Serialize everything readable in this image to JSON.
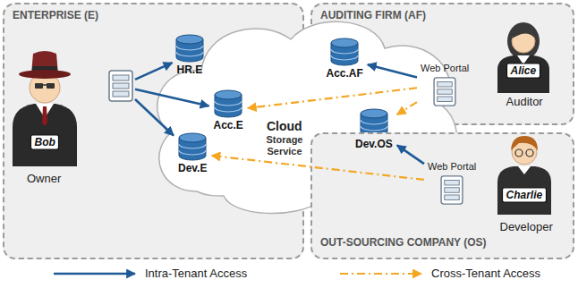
{
  "diagram": {
    "nodes": [
      {
        "text": [
          "ENTERPRISE (E)"
        ]
      },
      {
        "text": [],
        "in": 0
      },
      {
        "text": [
          "AUDITING FIRM (AF)"
        ]
      },
      {
        "text": [
          "Web Portal"
        ],
        "in": 2
      },
      {
        "text": [
          "Cloud",
          "Storage Service"
        ]
      },
      {
        "text": [
          "HR.E"
        ],
        "in": 4
      },
      {
        "text": [
          "Acc.E"
        ],
        "in": 4
      },
      {
        "text": [
          "Dev.E"
        ],
        "in": 4
      },
      {
        "text": [
          "Acc.AF"
        ],
        "in": 4
      },
      {
        "text": [
          "Dev.OS"
        ],
        "in": 4
      },
      {
        "text": [
          "OUT-SOURCING COMPANY (OS)"
        ]
      },
      {
        "text": [
          "Web Portal"
        ],
        "in": 10
      }
    ],
    "edges": [
      {
        "from": 1,
        "to": 5,
        "arrow": "to"
      },
      {
        "from": 1,
        "to": 6,
        "arrow": "to"
      },
      {
        "from": 1,
        "to": 7,
        "arrow": "to"
      },
      {
        "from": 3,
        "to": 8,
        "arrow": "to"
      },
      {
        "from": 3,
        "to": 6,
        "arrow": "to"
      },
      {
        "from": 3,
        "to": 9,
        "arrow": "to"
      },
      {
        "from": 11,
        "to": 9,
        "arrow": "to"
      },
      {
        "from": 11,
        "to": 7,
        "arrow": "to"
      }
    ],
    "labels": [
      "Bob",
      "Owner",
      "Alice",
      "Auditor",
      "Charlie",
      "Developer"
    ],
    "legend": [
      {
        "text": "Intra-Tenant Access"
      },
      {
        "text": "Cross-Tenant Access"
      }
    ]
  }
}
